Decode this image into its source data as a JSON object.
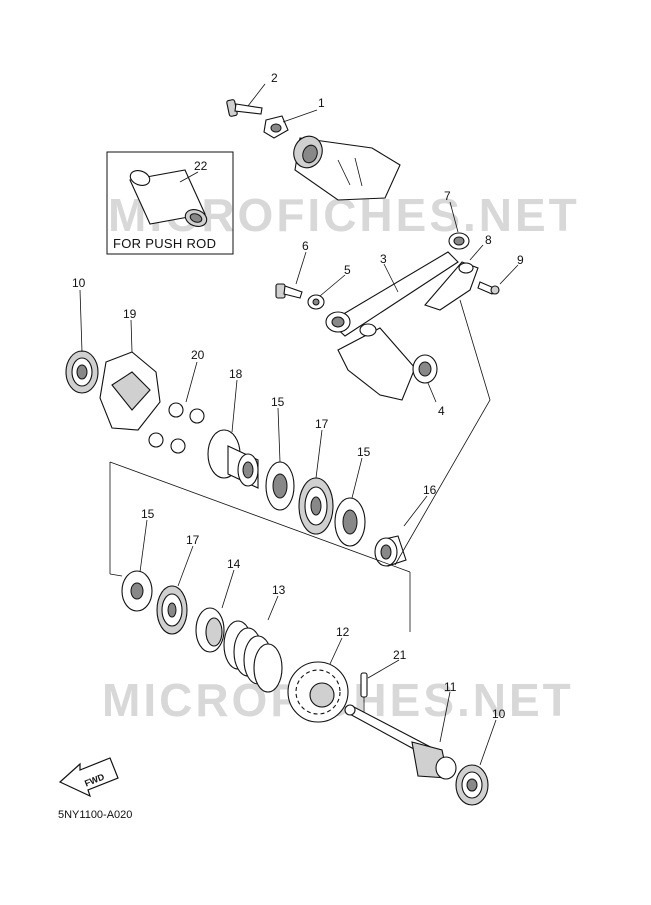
{
  "watermark_text": "MICROFICHES.NET",
  "inset_label": "FOR PUSH ROD",
  "drawing_code": "5NY1100-A020",
  "fwd_label": "FWD",
  "callouts": [
    "2",
    "1",
    "22",
    "7",
    "8",
    "6",
    "5",
    "3",
    "9",
    "10",
    "19",
    "20",
    "4",
    "18",
    "15",
    "17",
    "15",
    "16",
    "15",
    "17",
    "14",
    "13",
    "12",
    "21",
    "11",
    "10"
  ]
}
